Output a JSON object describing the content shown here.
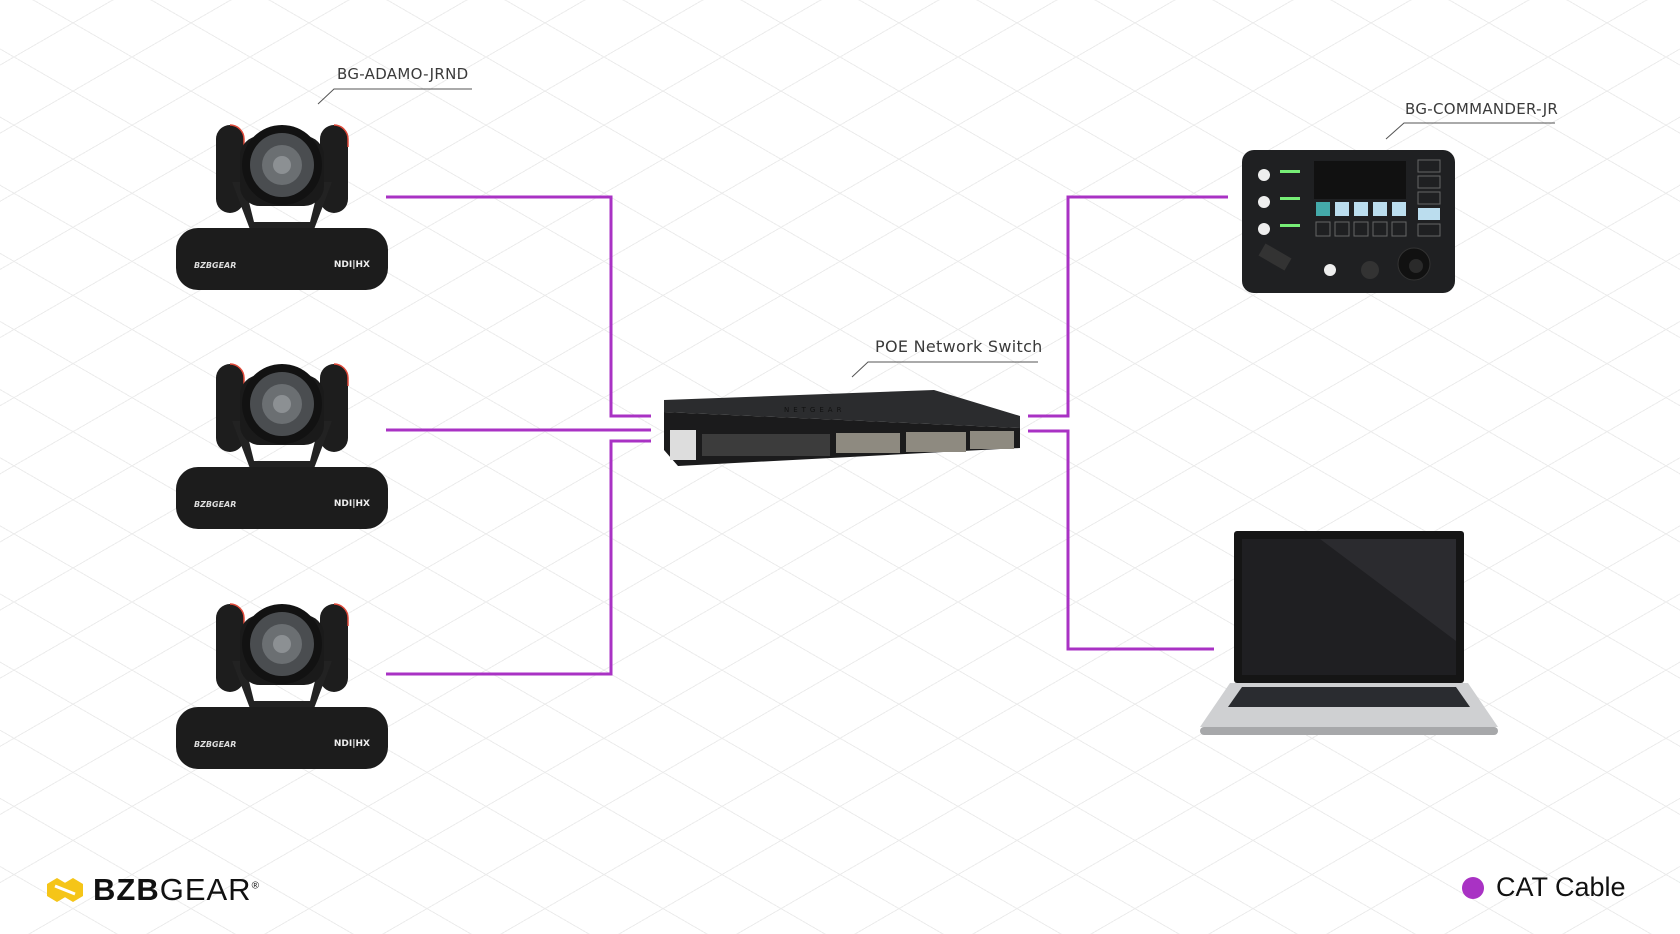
{
  "devices": {
    "cameras": {
      "label": "BG-ADAMO-JRND",
      "brand_mark": "BZBGEAR",
      "ndi_mark": "NDI|HX"
    },
    "controller": {
      "label": "BG-COMMANDER-JR"
    },
    "switch": {
      "label": "POE Network Switch",
      "brand_mark": "NETGEAR"
    },
    "laptop": {}
  },
  "legend": {
    "label": "CAT Cable",
    "color": "#a932c4"
  },
  "logo": {
    "bold": "BZB",
    "light": "GEAR",
    "reg": "®"
  },
  "colors": {
    "cable": "#a932c4",
    "logo_accent": "#f5c518",
    "device": "#1e1e1e"
  }
}
